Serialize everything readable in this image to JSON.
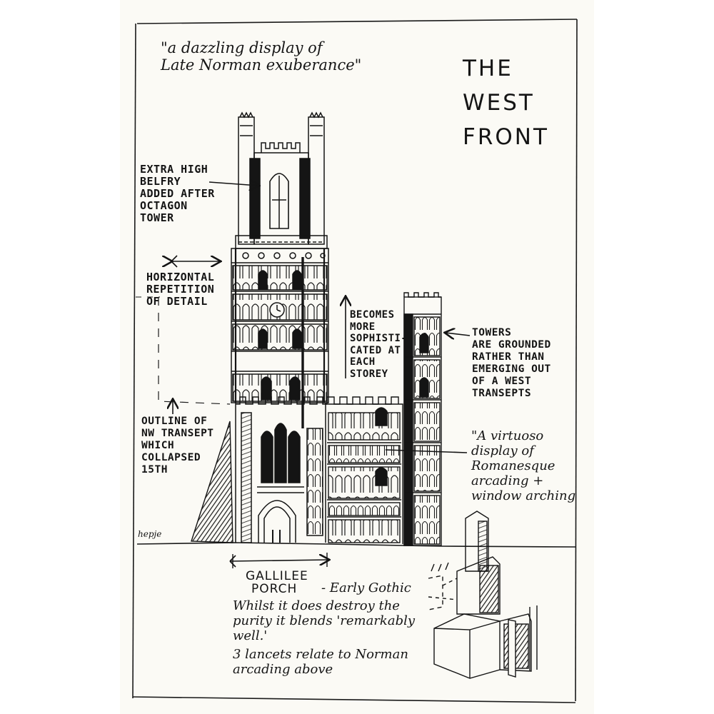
{
  "header": {
    "quote": "\"a dazzling display of\nLate Norman exuberance\"",
    "title": "THE\nWEST\nFRONT"
  },
  "annotations": {
    "belfry": "EXTRA HIGH\nBELFRY\nADDED AFTER\nOCTAGON\nTOWER",
    "horizontal": "HORIZONTAL\nREPETITION\nOF DETAIL",
    "becomes": "BECOMES\nMORE\nSOPHISTI-\nCATED AT\nEACH\nSTOREY",
    "towers": "TOWERS\nARE GROUNDED\nRATHER THAN\nEMERGING OUT\nOF A WEST\nTRANSEPTS",
    "outline": "OUTLINE OF\nNW TRANSEPT\nWHICH\nCOLLAPSED\n15th",
    "virtuoso": "\"A virtuoso\ndisplay of\nRomanesque\narcading +\nwindow arching"
  },
  "footer": {
    "galilee": "GALLILEE",
    "porch": "PORCH",
    "early_gothic": "- Early Gothic",
    "whilst": "Whilst it does destroy the\npurity it blends 'remarkably\nwell.'",
    "lancets": "3 lancets relate to Norman\narcading above"
  },
  "signature": "hepje",
  "icons": [
    "double-arrow-horizontal-icon",
    "arrow-up-icon",
    "arrow-left-icon"
  ],
  "colors": {
    "ink": "#141414",
    "paper": "#fbfaf5"
  }
}
